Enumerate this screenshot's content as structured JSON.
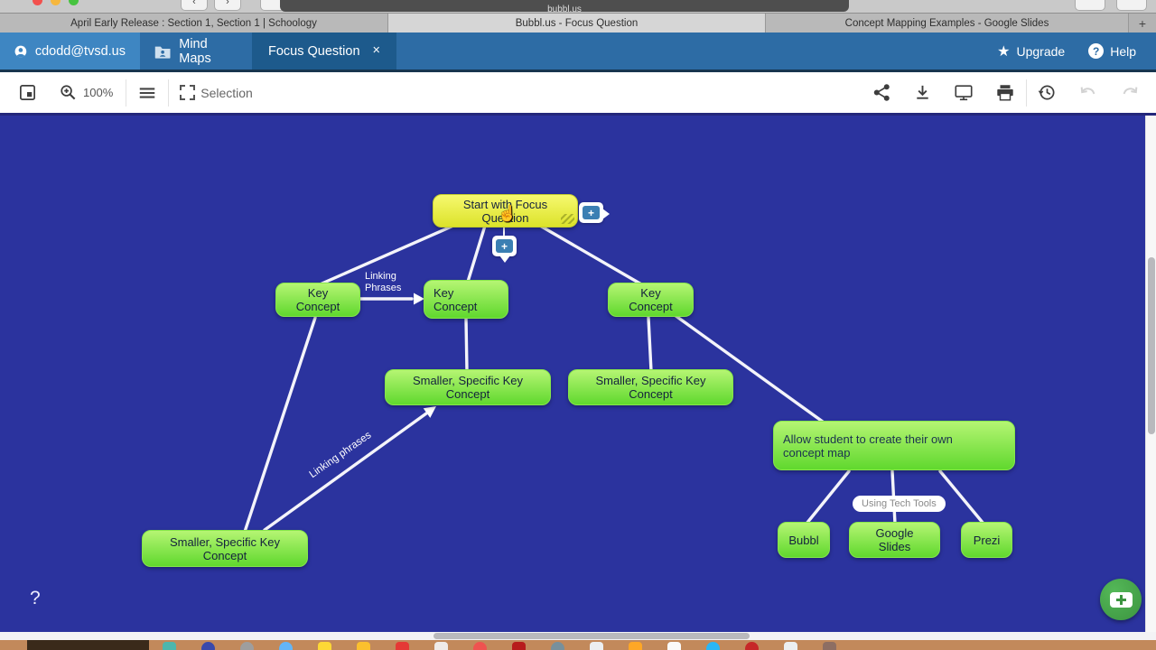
{
  "browser": {
    "address_url": "bubbl.us",
    "back_label": "‹",
    "forward_label": "›",
    "tabs": [
      {
        "title": "April Early Release : Section 1, Section 1 | Schoology"
      },
      {
        "title": "Bubbl.us - Focus Question"
      },
      {
        "title": "Concept Mapping Examples - Google Slides"
      }
    ],
    "new_tab_label": "+"
  },
  "header": {
    "account_email": "cdodd@tvsd.us",
    "nav_mind_maps": "Mind Maps",
    "doc_tab_title": "Focus Question",
    "close_label": "×",
    "upgrade_label": "Upgrade",
    "upgrade_icon": "★",
    "help_label": "Help",
    "help_icon": "?"
  },
  "toolbar": {
    "zoom_level": "100%",
    "selection_label": "Selection"
  },
  "canvas": {
    "nodes": {
      "start": {
        "label": "Start with Focus Question"
      },
      "key_left": {
        "label": "Key Concept"
      },
      "key_mid": {
        "label": "Key Concept"
      },
      "key_right": {
        "label": "Key Concept"
      },
      "smaller_mid_left": {
        "label": "Smaller, Specific Key Concept"
      },
      "smaller_mid_right": {
        "label": "Smaller, Specific Key Concept"
      },
      "smaller_bottom": {
        "label": "Smaller, Specific Key Concept"
      },
      "allow": {
        "label": "Allow student to create their own concept map"
      },
      "bubbl": {
        "label": "Bubbl"
      },
      "google_slides": {
        "label": "Google Slides"
      },
      "prezi": {
        "label": "Prezi"
      }
    },
    "labels": {
      "linking_phrases_top": "Linking Phrases",
      "linking_phrases_diag": "Linking phrases",
      "using_tech_tools": "Using Tech Tools",
      "help_mark": "?",
      "cursor": "☝"
    },
    "plus_button_label": "+",
    "colors": {
      "background": "#2b339e",
      "node_green_top": "#b5f573",
      "node_green_bottom": "#60d82e",
      "node_yellow_top": "#f6f96f",
      "node_yellow_bottom": "#dce22a",
      "connector_line": "#ffffff",
      "accent_blue": "#3b7fb3",
      "fab_green": "#43a047",
      "header_blue": "#2d6ca5",
      "header_account_blue": "#3e86c2",
      "header_active_tab_blue": "#1d5a8c"
    }
  }
}
